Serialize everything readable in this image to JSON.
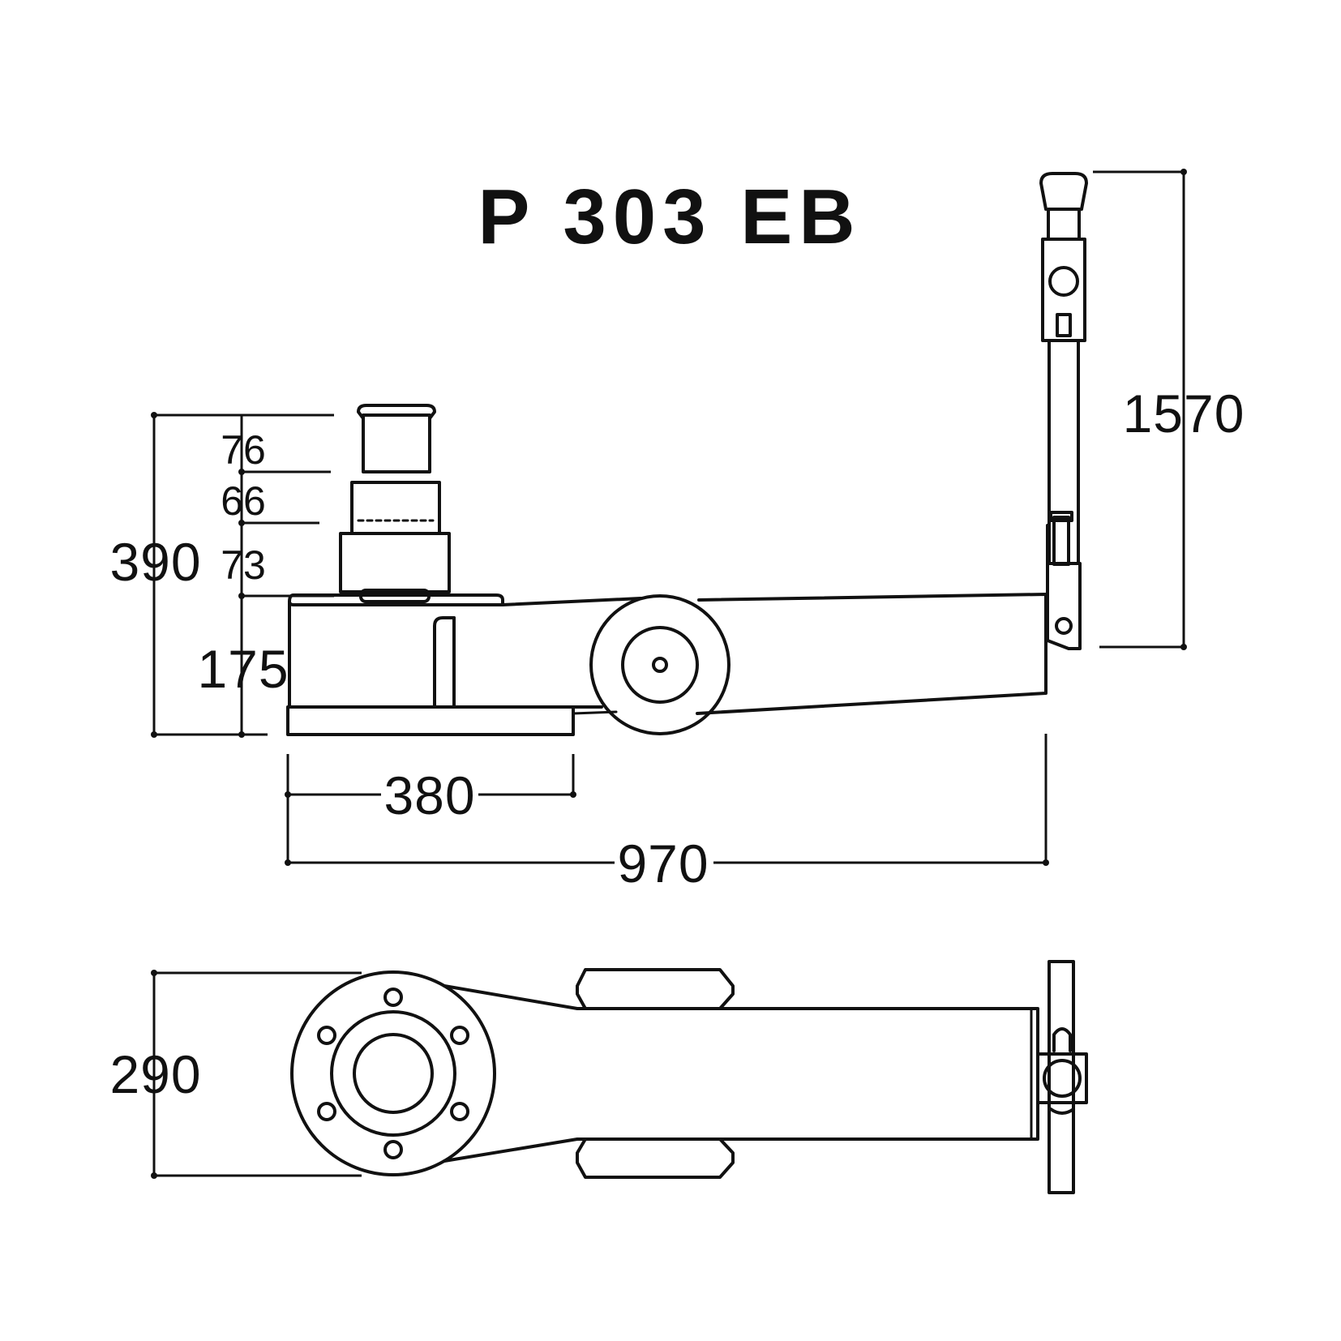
{
  "title": "P 303 EB",
  "dimensions": {
    "stroke_76": "76",
    "stroke_66": "66",
    "stroke_73": "73",
    "total_height": "390",
    "min_height": "175",
    "handle_height": "1570",
    "base_length": "380",
    "overall_length": "970",
    "width": "290"
  }
}
